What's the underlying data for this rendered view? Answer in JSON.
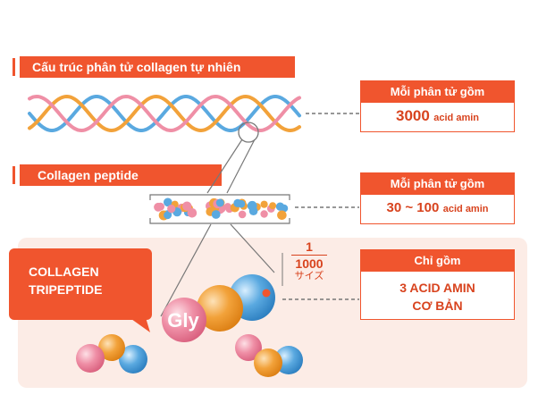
{
  "sections": {
    "natural": {
      "title": "Cấu trúc phân tử collagen tự nhiên"
    },
    "peptide": {
      "title": "Collagen peptide"
    }
  },
  "info_boxes": [
    {
      "head": "Mỗi phân tử gồm",
      "value": "3000",
      "unit": "acid amin"
    },
    {
      "head": "Mỗi phân tử gồm",
      "value": "30 ~ 100",
      "unit": "acid amin"
    },
    {
      "head": "Chỉ gồm",
      "line1": "3 ACID AMIN",
      "line2": "CƠ BẢN"
    }
  ],
  "callout": {
    "line1": "COLLAGEN",
    "line2": "TRIPEPTIDE"
  },
  "fraction": {
    "numerator": "1",
    "denominator": "1000",
    "suffix": "サイズ"
  },
  "molecule_label": "Gly",
  "colors": {
    "accent": "#f0552e",
    "helix_orange": "#f2a23a",
    "helix_pink": "#ef8fa6",
    "helix_blue": "#5aa9e0",
    "panel_bg": "#fcece6"
  }
}
